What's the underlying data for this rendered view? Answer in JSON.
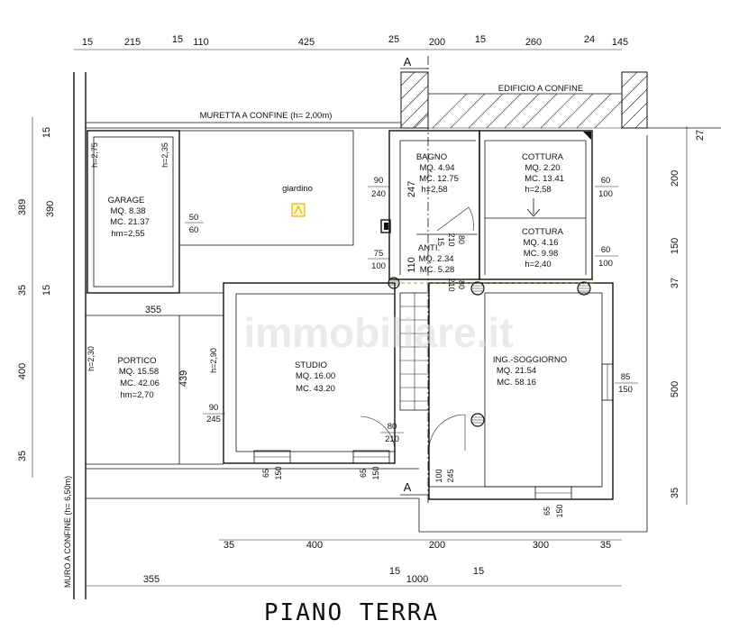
{
  "title": "PIANO TERRA",
  "watermark": "immobiliare.it",
  "top_dimensions": [
    "15",
    "215",
    "15",
    "110",
    "425",
    "25",
    "200",
    "15",
    "260",
    "24",
    "145"
  ],
  "bottom_dimensions_1": [
    "35",
    "400",
    "200",
    "300",
    "35"
  ],
  "bottom_dimensions_2": [
    "355",
    "15",
    "1000",
    "15"
  ],
  "left_dimensions": [
    "15",
    "389",
    "390",
    "35",
    "15",
    "400",
    "439",
    "35"
  ],
  "right_dimensions": [
    "27",
    "200",
    "150",
    "37",
    "500",
    "35"
  ],
  "labels": {
    "muretta": "MURETTA A CONFINE (h= 2,00m)",
    "edificio": "EDIFICIO A CONFINE",
    "muro": "MURO A CONFINE (h= 6,50m)",
    "giardino": "giardino",
    "section_a_top": "A",
    "section_a_bottom": "A"
  },
  "rooms": {
    "garage": {
      "name": "GARAGE",
      "mq": "MQ. 8.38",
      "mc": "MC. 21.37",
      "hm": "hm=2,55",
      "h1": "h=2,75",
      "h2": "h=2,35"
    },
    "bagno": {
      "name": "BAGNO",
      "mq": "MQ. 4.94",
      "mc": "MC. 12.75",
      "h": "h=2,58"
    },
    "cottura1": {
      "name": "COTTURA",
      "mq": "MQ. 2.20",
      "mc": "MC. 13.41",
      "h": "h=2,58"
    },
    "cottura2": {
      "name": "COTTURA",
      "mq": "MQ. 4.16",
      "mc": "MC. 9.98",
      "h": "h=2,40"
    },
    "anti": {
      "name": "ANTI.",
      "mq": "MQ. 2.34",
      "mc": "MC. 5.28"
    },
    "portico": {
      "name": "PORTICO",
      "mq": "MQ. 15.58",
      "mc": "MC. 42.06",
      "hm": "hm=2,70",
      "h": "h=2,30"
    },
    "studio": {
      "name": "STUDIO",
      "mq": "MQ. 16.00",
      "mc": "MC. 43.20",
      "h": "h=2,90"
    },
    "soggiorno": {
      "name": "ING.-SOGGIORNO",
      "mq": "MQ. 21.54",
      "mc": "MC. 58.16"
    }
  },
  "openings": {
    "garage_win": [
      "50",
      "60"
    ],
    "bagno_win": [
      "90",
      "240"
    ],
    "stair_win": [
      "75",
      "100"
    ],
    "cottura1_win": [
      "60",
      "100"
    ],
    "cottura2_win": [
      "60",
      "100"
    ],
    "soggiorno_win": [
      "85",
      "150"
    ],
    "studio_left_win": [
      "90",
      "245"
    ],
    "studio_door": [
      "80",
      "210"
    ],
    "studio_bottom_win1": [
      "65",
      "150"
    ],
    "studio_bottom_win2": [
      "65",
      "150"
    ],
    "entrance_door": [
      "100",
      "245"
    ],
    "soggiorno_bottom_win": [
      "65",
      "150"
    ],
    "dim_247": "247",
    "dim_110": "110",
    "dim_355": "355",
    "anti_door_a": [
      "80",
      "210"
    ],
    "anti_door_b": [
      "80",
      "210"
    ],
    "dim_15": "15"
  }
}
